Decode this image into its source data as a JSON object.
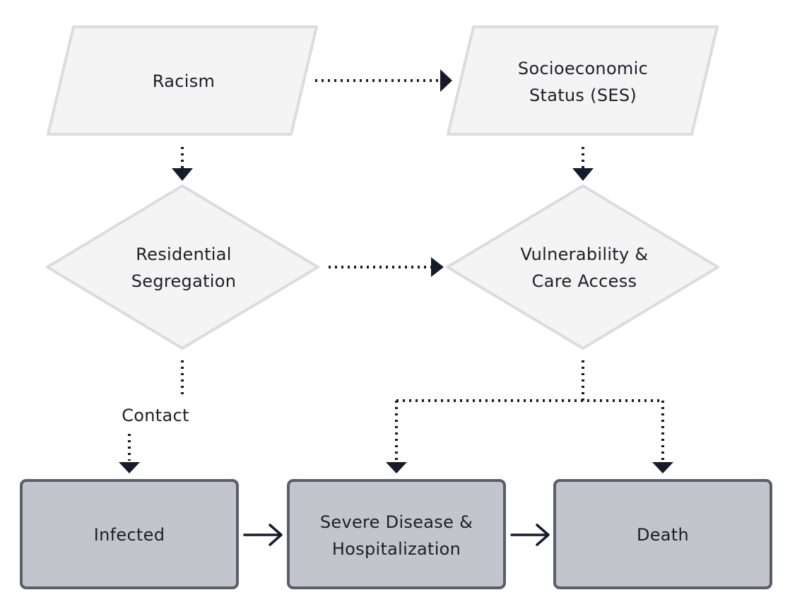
{
  "nodes": {
    "racism": {
      "lines": [
        "Racism"
      ]
    },
    "ses": {
      "lines": [
        "Socioeconomic",
        "Status (SES)"
      ]
    },
    "segregation": {
      "lines": [
        "Residential",
        "Segregation"
      ]
    },
    "vulnerability": {
      "lines": [
        "Vulnerability &",
        "Care Access"
      ]
    },
    "infected": {
      "lines": [
        "Infected"
      ]
    },
    "severe": {
      "lines": [
        "Severe Disease &",
        "Hospitalization"
      ]
    },
    "death": {
      "lines": [
        "Death"
      ]
    }
  },
  "edge_labels": {
    "contact": "Contact"
  },
  "colors": {
    "light_fill": "#f4f4f5",
    "light_stroke": "#dcdce0",
    "dark_fill": "#c2c5cc",
    "dark_stroke": "#5a5e6a",
    "arrow": "#171a2b",
    "text": "#1d1f26"
  }
}
